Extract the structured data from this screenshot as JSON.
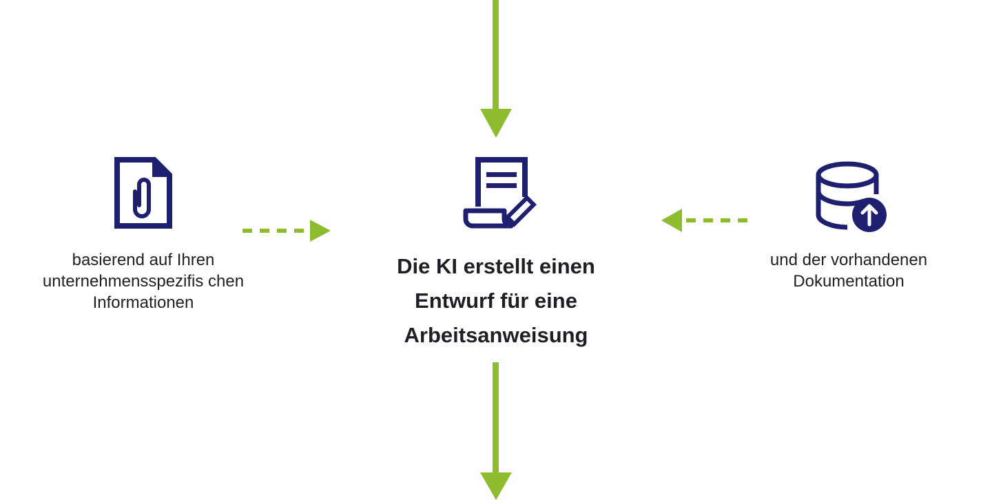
{
  "colors": {
    "accent": "#8dbd2e",
    "icon": "#1e1f6e",
    "text": "#1e1e24",
    "background": "#ffffff"
  },
  "left": {
    "icon": "attachment-document-icon",
    "label": "basierend auf Ihren unternehmensspezifis chen Informationen"
  },
  "center": {
    "icon": "document-edit-icon",
    "label": "Die KI erstellt einen Entwurf für eine Arbeitsanweisung"
  },
  "right": {
    "icon": "database-upload-icon",
    "label": "und der vorhandenen Dokumentation"
  }
}
